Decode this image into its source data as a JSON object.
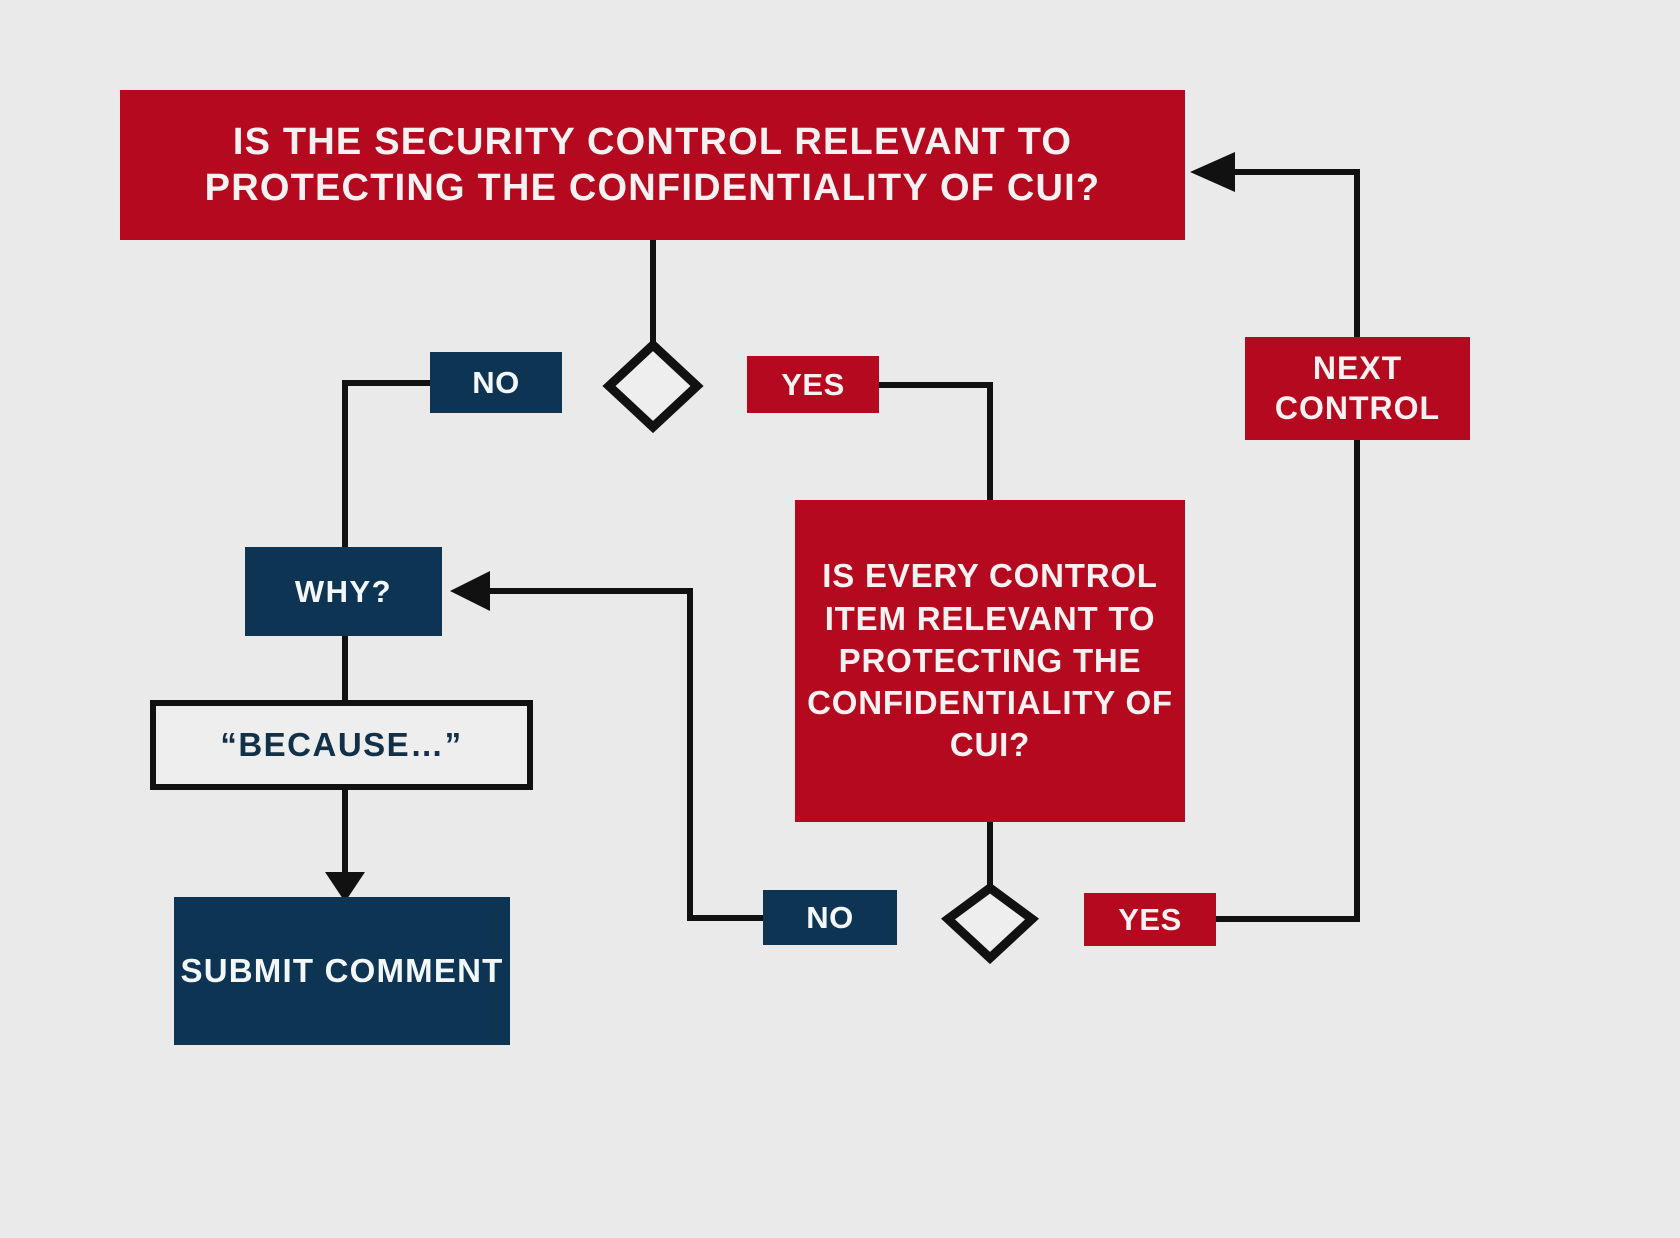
{
  "diagram": {
    "title": "CUI Security Control Relevance Decision Flowchart",
    "background_color": "#eaeaea",
    "colors": {
      "red": "#b5091f",
      "navy": "#0d3553",
      "line": "#111111",
      "outline_fill": "#eeeeee"
    },
    "nodes": {
      "question_1": "IS THE SECURITY CONTROL RELEVANT TO PROTECTING THE CONFIDENTIALITY OF CUI?",
      "question_2": "IS EVERY CONTROL ITEM RELEVANT TO PROTECTING THE CONFIDENTIALITY OF CUI?",
      "next_control": "NEXT CONTROL",
      "no_1": "NO",
      "yes_1": "YES",
      "why": "WHY?",
      "because": "“BECAUSE…”",
      "submit": "SUBMIT COMMENT",
      "no_2": "NO",
      "yes_2": "YES"
    },
    "edges": [
      {
        "from": "question_1",
        "to": "decision_1",
        "label": ""
      },
      {
        "from": "decision_1",
        "to": "why",
        "label": "NO"
      },
      {
        "from": "decision_1",
        "to": "question_2",
        "label": "YES"
      },
      {
        "from": "why",
        "to": "because",
        "label": ""
      },
      {
        "from": "because",
        "to": "submit",
        "label": ""
      },
      {
        "from": "question_2",
        "to": "decision_2",
        "label": ""
      },
      {
        "from": "decision_2",
        "to": "why",
        "label": "NO"
      },
      {
        "from": "decision_2",
        "to": "next_control",
        "label": "YES"
      },
      {
        "from": "next_control",
        "to": "question_1",
        "label": ""
      }
    ],
    "decisions": [
      {
        "name": "decision_1",
        "shape": "diamond"
      },
      {
        "name": "decision_2",
        "shape": "diamond"
      }
    ]
  }
}
